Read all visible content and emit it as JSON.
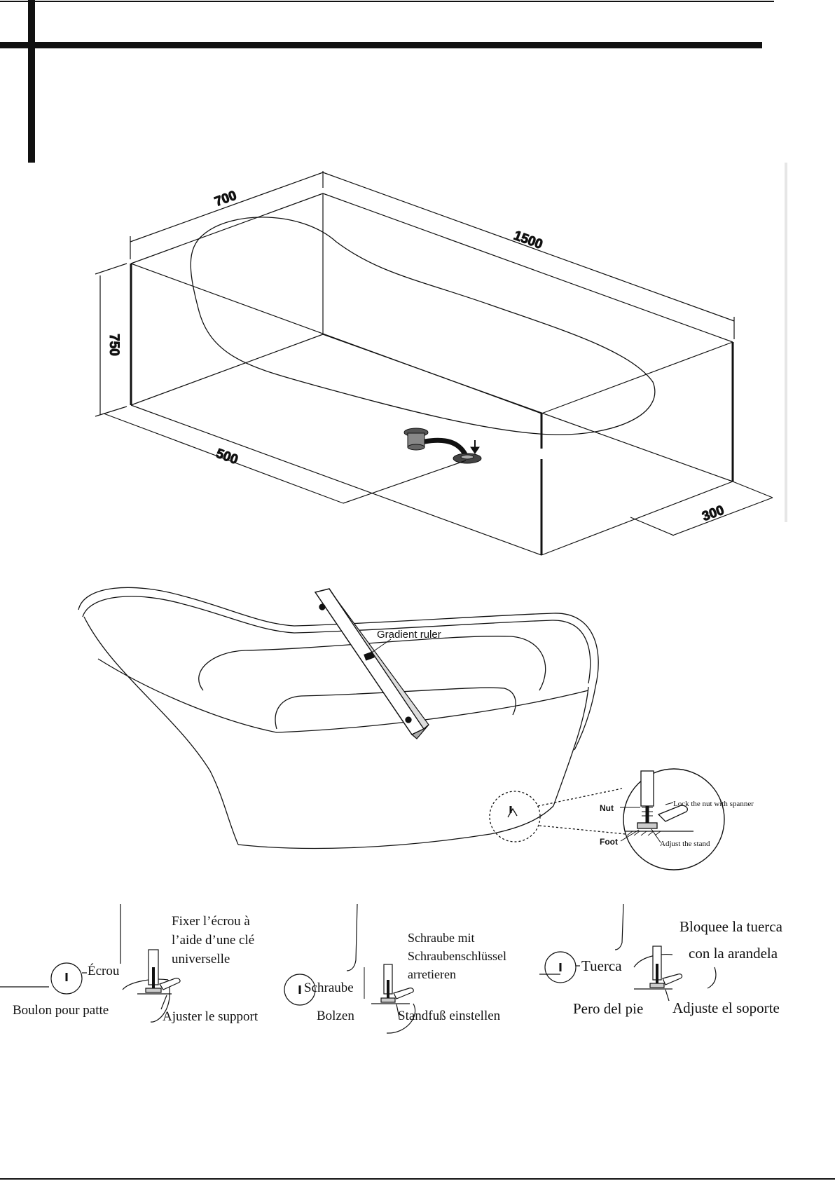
{
  "dimensions": {
    "width": "700",
    "length": "1500",
    "height": "750",
    "drain_offset_x": "500",
    "drain_offset_y": "300"
  },
  "leveling": {
    "ruler_label": "Gradient ruler",
    "nut_label": "Nut",
    "foot_label": "Foot",
    "lock_label": "Lock the nut with spanner",
    "adjust_label": "Adjust the stand"
  },
  "translations": {
    "french": {
      "fix_line1": "Fixer l’écrou à",
      "fix_line2": "l’aide d’une clé",
      "fix_line3": "universelle",
      "nut": "Écrou",
      "bolt": "Boulon pour patte",
      "adjust": "Ajuster le support"
    },
    "german": {
      "fix_line1": "Schraube mit",
      "fix_line2": "Schraubenschlüssel",
      "fix_line3": "arretieren",
      "nut": "Schraube",
      "bolt": "Bolzen",
      "adjust": "Standfuß einstellen"
    },
    "spanish": {
      "fix_line1": "Bloquee la tuerca",
      "fix_line2": "con la arandela",
      "nut": "Tuerca",
      "bolt": "Pero del pie",
      "adjust": "Adjuste el soporte"
    }
  },
  "colors": {
    "line": "#111111",
    "background": "#ffffff"
  }
}
